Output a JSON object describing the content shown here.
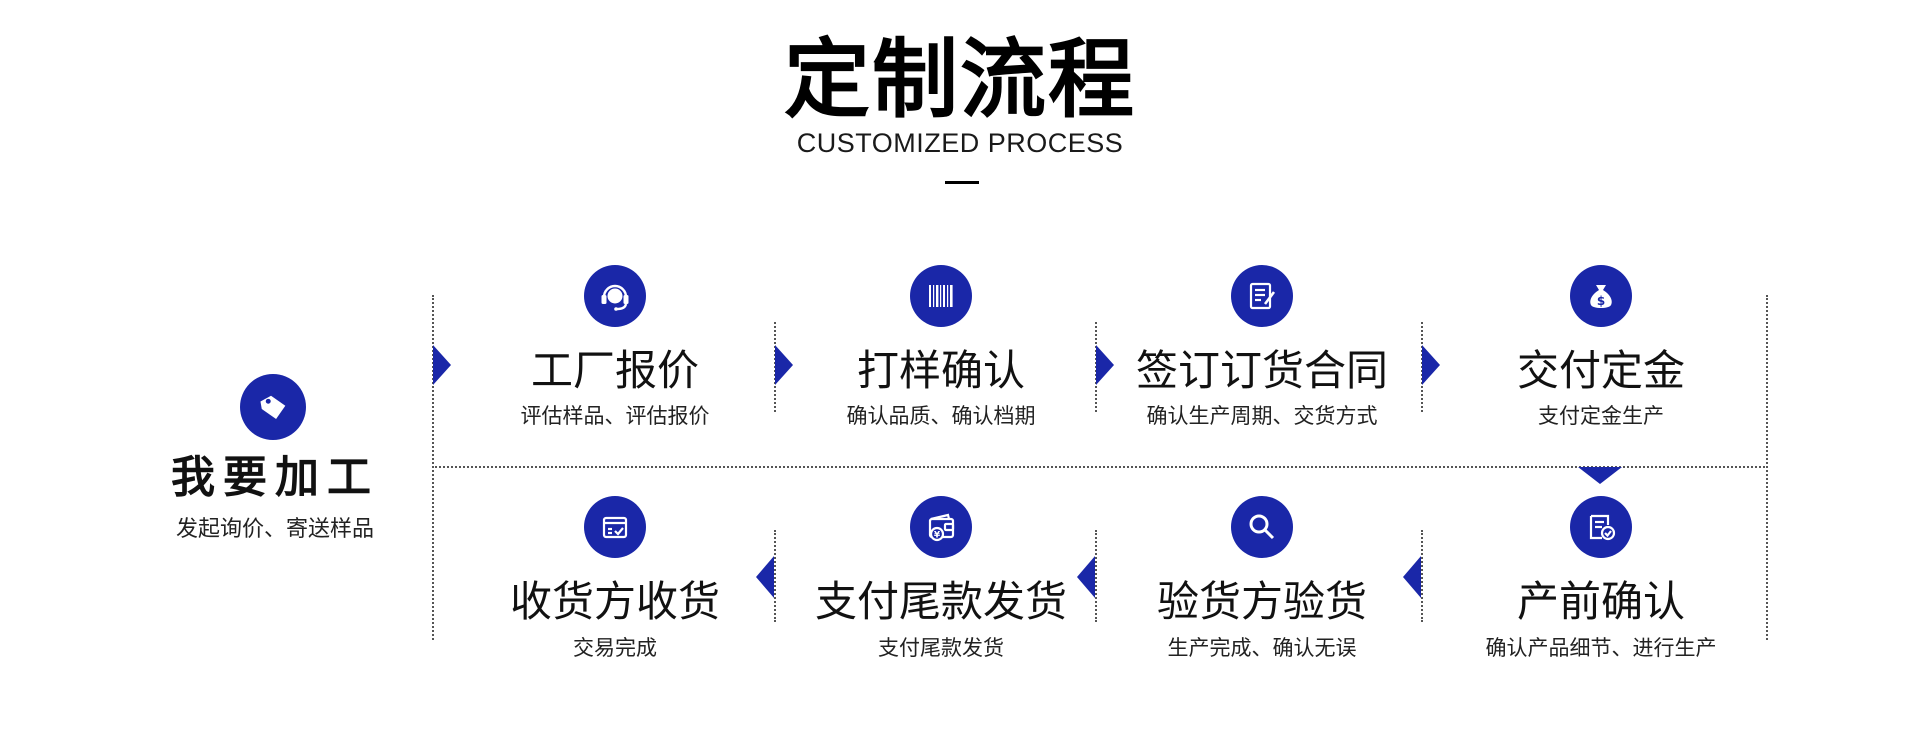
{
  "header": {
    "title": "定制流程",
    "subtitle": "CUSTOMIZED PROCESS"
  },
  "start": {
    "title": "我要加工",
    "subtitle": "发起询价、寄送样品",
    "icon": "tag-icon"
  },
  "top_row": [
    {
      "title": "工厂报价",
      "subtitle": "评估样品、评估报价",
      "icon": "customer-service-icon"
    },
    {
      "title": "打样确认",
      "subtitle": "确认品质、确认档期",
      "icon": "barcode-icon"
    },
    {
      "title": "签订订货合同",
      "subtitle": "确认生产周期、交货方式",
      "icon": "contract-icon"
    },
    {
      "title": "交付定金",
      "subtitle": "支付定金生产",
      "icon": "money-bag-icon"
    }
  ],
  "bottom_row": [
    {
      "title": "收货方收货",
      "subtitle": "交易完成",
      "icon": "package-icon"
    },
    {
      "title": "支付尾款发货",
      "subtitle": "支付尾款发货",
      "icon": "wallet-icon"
    },
    {
      "title": "验货方验货",
      "subtitle": "生产完成、确认无误",
      "icon": "search-icon"
    },
    {
      "title": "产前确认",
      "subtitle": "确认产品细节、进行生产",
      "icon": "checklist-icon"
    }
  ],
  "colors": {
    "accent": "#1a27a8",
    "text": "#111111"
  }
}
